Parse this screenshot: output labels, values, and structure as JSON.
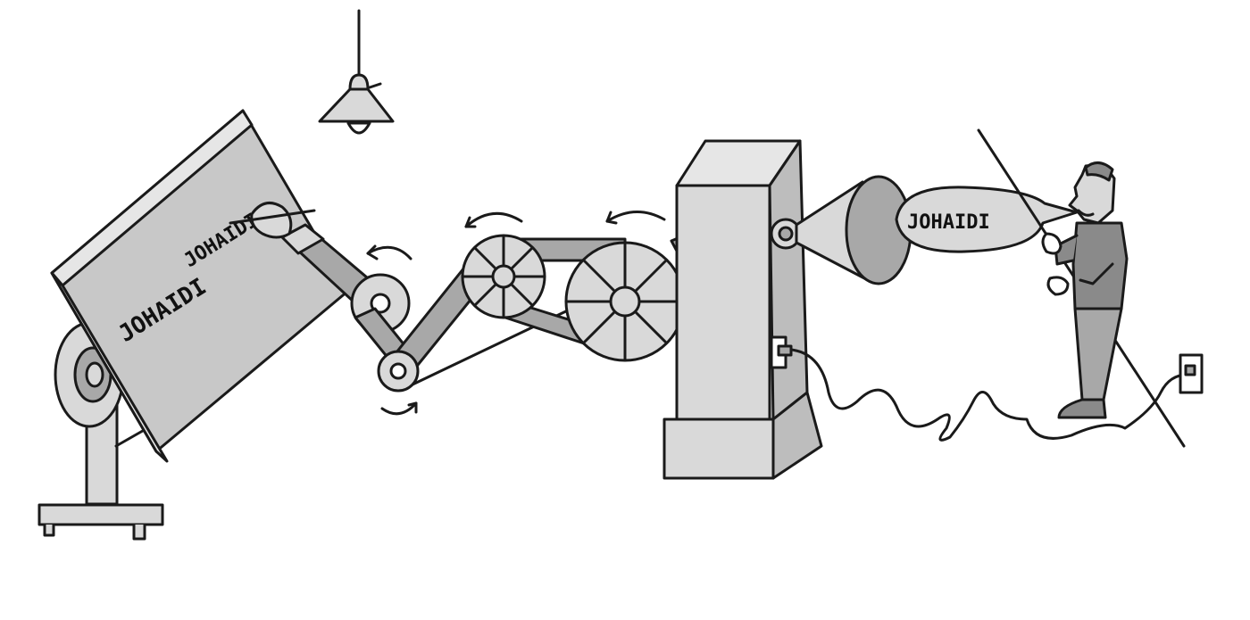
{
  "illustration": {
    "board_text": "JOHAIDI",
    "pen_text": "JOHAIDI",
    "speech_text": "JOHAIDI",
    "colors": {
      "background": "#ffffff",
      "ink": "#1a1a1a",
      "light_gray": "#d9d9d9",
      "mid_gray": "#a8a8a8",
      "dark_gray": "#8a8a8a"
    }
  }
}
